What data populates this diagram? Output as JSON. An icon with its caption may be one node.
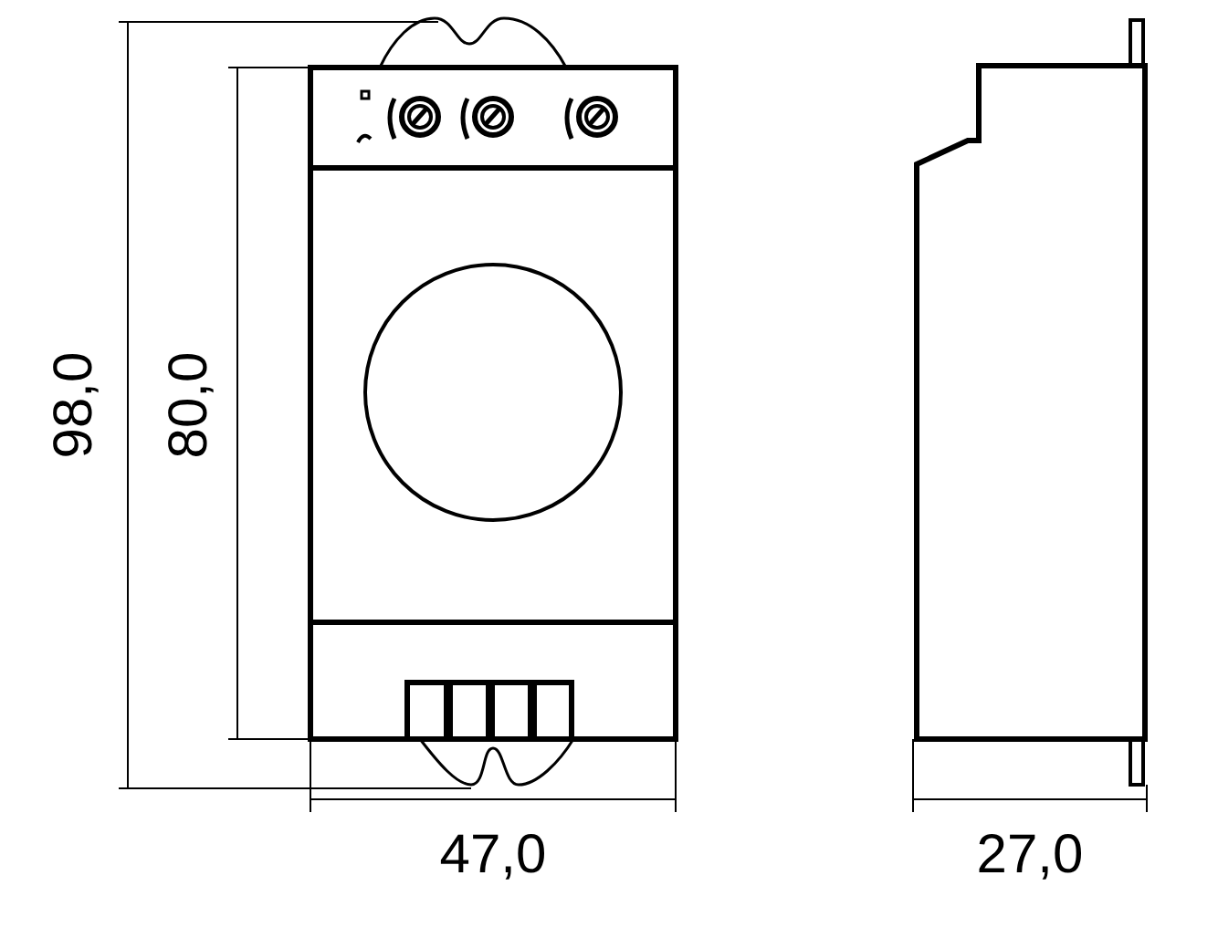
{
  "diagram": {
    "labels": [
      "98,0",
      "80,0",
      "47,0",
      "27,0"
    ]
  }
}
